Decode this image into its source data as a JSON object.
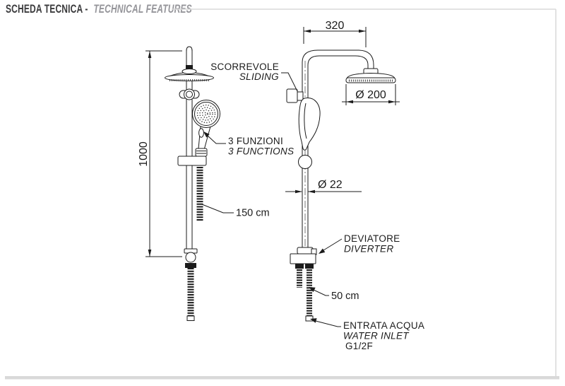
{
  "header": {
    "title_it": "SCHEDA TECNICA -",
    "title_en": "TECHNICAL FEATURES"
  },
  "drawing": {
    "dimensions": {
      "height_mm": "1000",
      "arm_width_mm": "320",
      "head_diameter": "Ø 200",
      "pipe_diameter": "Ø 22",
      "hand_shower_hose": "150 cm",
      "inlet_hose": "50 cm"
    },
    "callouts": {
      "sliding_it": "SCORREVOLE",
      "sliding_en": "SLIDING",
      "functions_it": "3 FUNZIONI",
      "functions_en": "3 FUNCTIONS",
      "diverter_it": "DEVIATORE",
      "diverter_en": "DIVERTER",
      "water_inlet_it": "ENTRATA ACQUA",
      "water_inlet_en": "WATER INLET",
      "water_inlet_thread": "G1/2F"
    }
  },
  "colors": {
    "line": "#1b1b1b",
    "title_primary": "#3b3b3d",
    "title_secondary": "#95959a",
    "frame": "#d9d9d9",
    "footer_bar": "#d9d9d9"
  }
}
